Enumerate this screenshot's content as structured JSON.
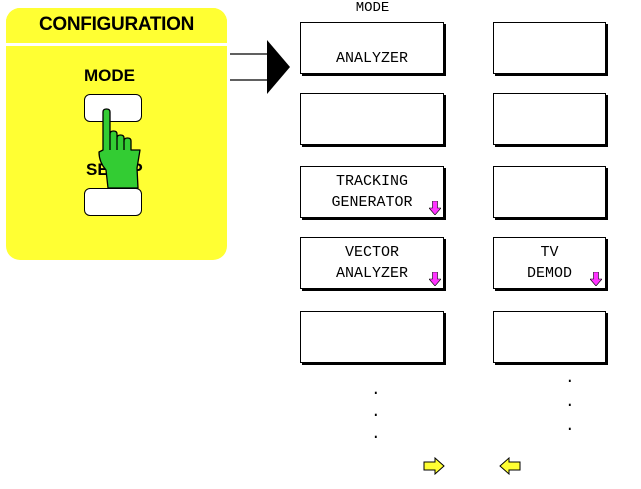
{
  "config_panel": {
    "title": "CONFIGURATION",
    "mode_label": "MODE",
    "setup_label": "SETUP"
  },
  "menu_heading": "MODE",
  "softkeys_left": [
    {
      "lines": [
        "ANALYZER"
      ],
      "has_submenu": false
    },
    {
      "lines": [],
      "has_submenu": false
    },
    {
      "lines": [
        "TRACKING",
        "GENERATOR"
      ],
      "has_submenu": true
    },
    {
      "lines": [
        "VECTOR",
        "ANALYZER"
      ],
      "has_submenu": true
    },
    {
      "lines": [],
      "has_submenu": false
    }
  ],
  "softkeys_right": [
    {
      "lines": [],
      "has_submenu": false
    },
    {
      "lines": [],
      "has_submenu": false
    },
    {
      "lines": [],
      "has_submenu": false
    },
    {
      "lines": [
        "TV",
        "DEMOD"
      ],
      "has_submenu": true
    },
    {
      "lines": [],
      "has_submenu": false
    }
  ],
  "continuation_dots": ".",
  "colors": {
    "panel": "#ffff33",
    "hand": "#33cc33",
    "submenu_arrow": "#ff33ff",
    "nav_arrow": "#ffff33"
  },
  "icons": {
    "pointer": "big-right-arrow-icon",
    "hand": "pressing-hand-icon",
    "submenu": "submenu-down-arrow-icon",
    "next": "next-page-right-arrow-icon",
    "prev": "previous-page-left-arrow-icon"
  }
}
